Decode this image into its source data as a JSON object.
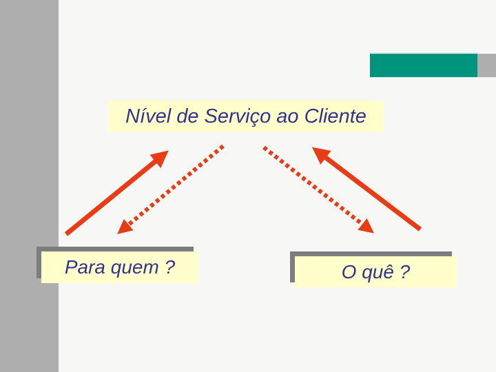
{
  "colors": {
    "bg": "#f7f7f5",
    "bar-gray": "#aeaeae",
    "shadow-gray": "#7d7d7d",
    "teal": "#00947e",
    "teal-edge": "#cfeeea",
    "box-yellow": "#ffffcc",
    "text-navy": "#32338a",
    "accent-red": "#e73c16"
  },
  "slide": {
    "title": "Nível de Serviço ao Cliente",
    "boxes": [
      {
        "label": "Para quem ?"
      },
      {
        "label": "O quê ?"
      }
    ],
    "icons": {
      "arrows": [
        "solid-arrow-up-right-from-para-quem-to-title",
        "dotted-arrow-down-left-from-title-to-para-quem",
        "solid-arrow-up-left-from-o-que-to-title",
        "dotted-arrow-down-right-from-title-to-o-que"
      ]
    }
  }
}
